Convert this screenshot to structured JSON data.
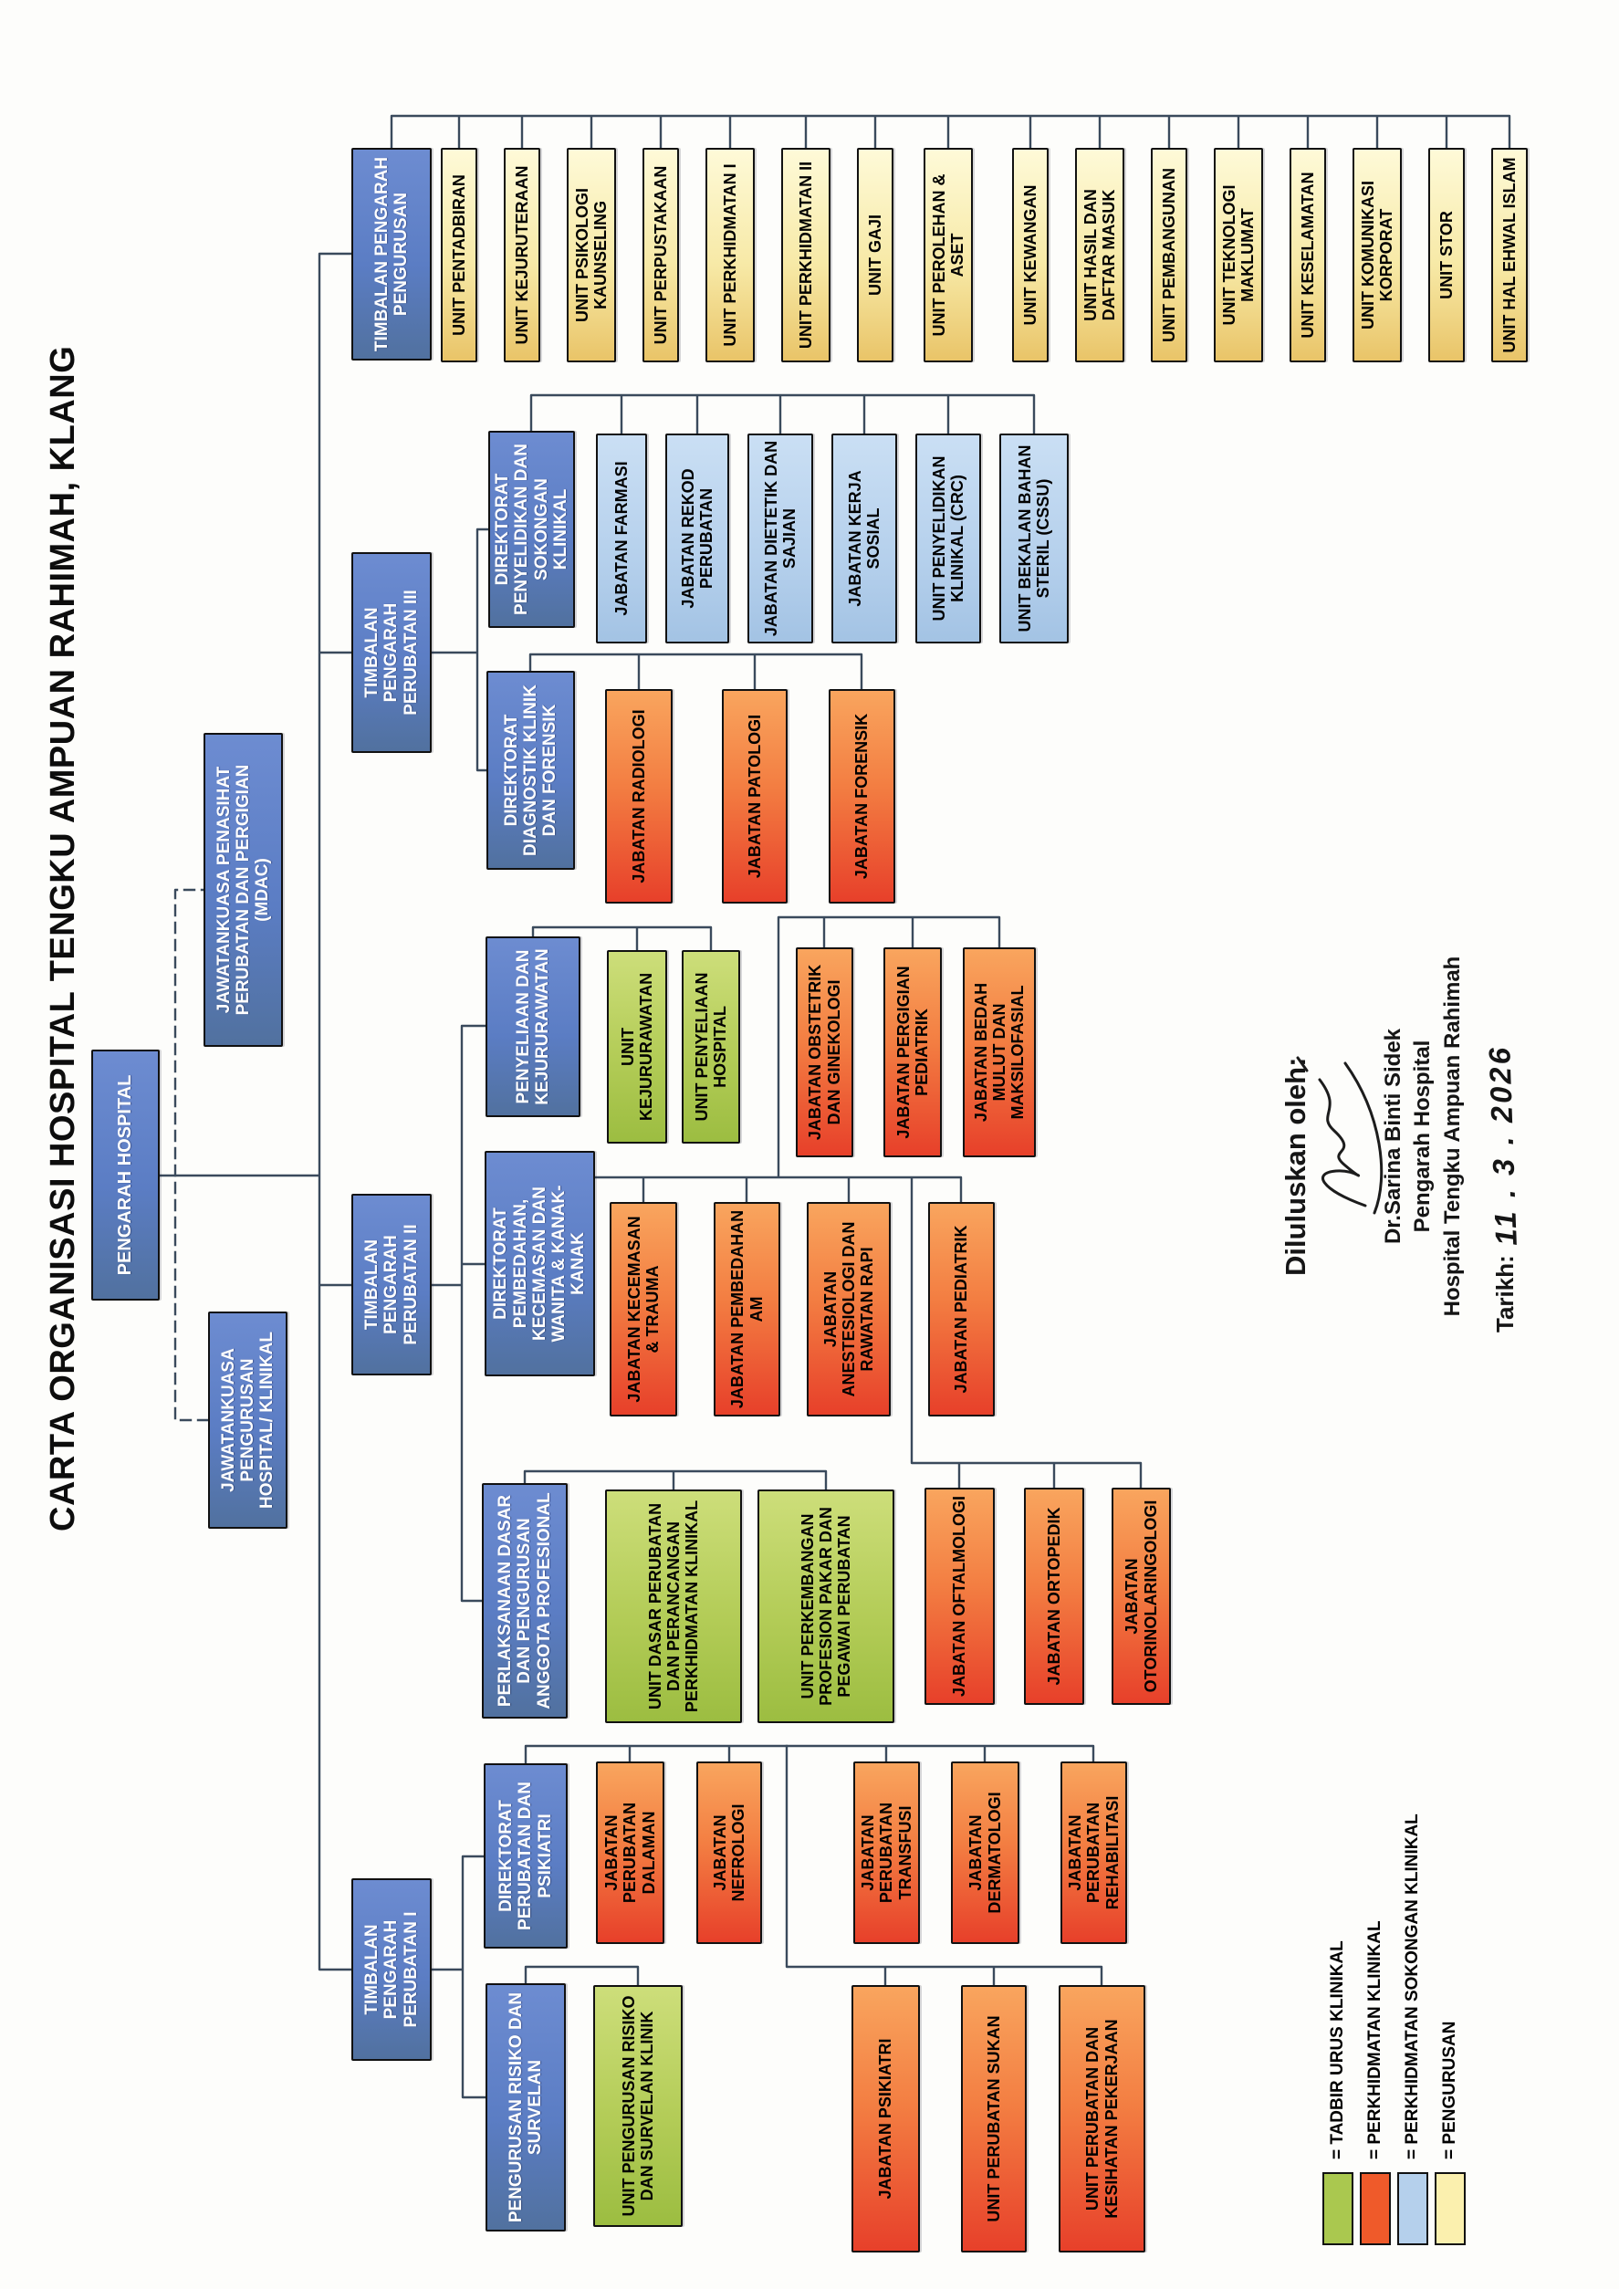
{
  "title": "CARTA ORGANISASI HOSPITAL TENGKU AMPUAN RAHIMAH, KLANG",
  "pengarah": "PENGARAH HOSPITAL",
  "committees": {
    "management": "JAWATANKUASA PENGURUSAN HOSPITAL/ KLINIKAL",
    "mdac": "JAWATANKUASA PENASIHAT PERUBATAN DAN PERGIGIAN (MDAC)"
  },
  "deputies": {
    "d1": "TIMBALAN PENGARAH PERUBATAN I",
    "d2": "TIMBALAN PENGARAH PERUBATAN II",
    "d3": "TIMBALAN PENGARAH PERUBATAN III",
    "dm": "TIMBALAN PENGARAH PENGURUSAN"
  },
  "directorates": {
    "perubatan_psikiatri": "DIREKTORAT PERUBATAN DAN PSIKIATRI",
    "pengurusan_risiko": "PENGURUSAN RISIKO DAN SURVELAN",
    "perlaksanaan_dasar": "PERLAKSANAAN DASAR DAN PENGURUSAN ANGGOTA PROFESIONAL",
    "pembedahan": "DIREKTORAT PEMBEDAHAN, KECEMASAN DAN WANITA & KANAK-KANAK",
    "penyeliaan": "PENYELIAAN DAN KEJURURAWATAN",
    "diagnostik": "DIREKTORAT DIAGNOSTIK KLINIK DAN FORENSIK",
    "penyelidikan": "DIREKTORAT PENYELIDIKAN DAN SOKONGAN KLINIKAL"
  },
  "units": {
    "management": [
      "UNIT PENTADBIRAN",
      "UNIT KEJURUTERAAN",
      "UNIT PSIKOLOGI KAUNSELING",
      "UNIT PERPUSTAKAAN",
      "UNIT PERKHIDMATAN I",
      "UNIT PERKHIDMATAN II",
      "UNIT GAJI",
      "UNIT PEROLEHAN & ASET",
      "UNIT KEWANGAN",
      "UNIT HASIL DAN DAFTAR MASUK",
      "UNIT PEMBANGUNAN",
      "UNIT TEKNOLOGI MAKLUMAT",
      "UNIT KESELAMATAN",
      "UNIT KOMUNIKASI KORPORAT",
      "UNIT STOR",
      "UNIT HAL EHWAL ISLAM"
    ],
    "penyelidikan": [
      "JABATAN FARMASI",
      "JABATAN REKOD PERUBATAN",
      "JABATAN DIETETIK DAN SAJIAN",
      "JABATAN KERJA SOSIAL",
      "UNIT PENYELIDIKAN KLINIKAL (CRC)",
      "UNIT BEKALAN BAHAN STERIL (CSSU)"
    ],
    "diagnostik": [
      "JABATAN RADIOLOGI",
      "JABATAN PATOLOGI",
      "JABATAN FORENSIK"
    ],
    "penyeliaan": [
      "UNIT KEJURURAWATAN",
      "UNIT PENYELIAAN HOSPITAL"
    ],
    "pembedahan_wanita": [
      "JABATAN OBSTETRIK DAN GINEKOLOGI",
      "JABATAN PERGIGIAN PEDIATRIK",
      "JABATAN BEDAH MULUT DAN MAKSILOFASIAL"
    ],
    "pembedahan_utama": [
      "JABATAN KECEMASAN & TRAUMA",
      "JABATAN PEMBEDAHAN AM",
      "JABATAN ANESTESIOLOGI DAN RAWATAN RAPI",
      "JABATAN PEDIATRIK"
    ],
    "pembedahan_surgikal": [
      "JABATAN OFTALMOLOGI",
      "JABATAN ORTOPEDIK",
      "JABATAN OTORINOLARINGOLOGI"
    ],
    "perlaksanaan": [
      "UNIT DASAR PERUBATAN DAN PERANCANGAN PERKHIDMATAN KLINIKAL",
      "UNIT PERKEMBANGAN PROFESION PAKAR DAN PEGAWAI PERUBATAN"
    ],
    "perubatan_utama": [
      "JABATAN PERUBATAN DALAMAN",
      "JABATAN NEFROLOGI",
      "JABATAN PERUBATAN TRANSFUSI",
      "JABATAN DERMATOLOGI",
      "JABATAN PERUBATAN REHABILITASI"
    ],
    "perubatan_kedua": [
      "JABATAN PSIKIATRI",
      "UNIT PERUBATAN SUKAN",
      "UNIT PERUBATAN DAN KESIHATAN PEKERJAAN"
    ],
    "risiko": [
      "UNIT PENGURUSAN RISIKO DAN SURVELAN KLINIK"
    ]
  },
  "legend": [
    {
      "label": "= TADBIR URUS KLINIKAL",
      "color": "#aac84f"
    },
    {
      "label": "= PERKHIDMATAN KLINIKAL",
      "color": "#ef5a2a"
    },
    {
      "label": "= PERKHIDMATAN SOKONGAN KLINIKAL",
      "color": "#b5d0ec"
    },
    {
      "label": "= PENGURUSAN",
      "color": "#fbf0ae"
    }
  ],
  "approval": {
    "heading": "Diluluskan oleh:",
    "name": "Dr.Sarina Binti Sidek",
    "position": "Pengarah Hospital",
    "hospital": "Hospital Tengku Ampuan Rahimah",
    "date_label": "Tarikh:",
    "date_value": "11 . 3 . 2026"
  },
  "colors": {
    "management_blue": "#5b7dc4",
    "clinical_support_blue": "#b5d0ec",
    "management_unit_yellow": "#f7e9a6",
    "clinical_governance_green": "#aac84f",
    "clinical_service_red": "#ef5a2a",
    "connector": "#3a4a5c"
  }
}
